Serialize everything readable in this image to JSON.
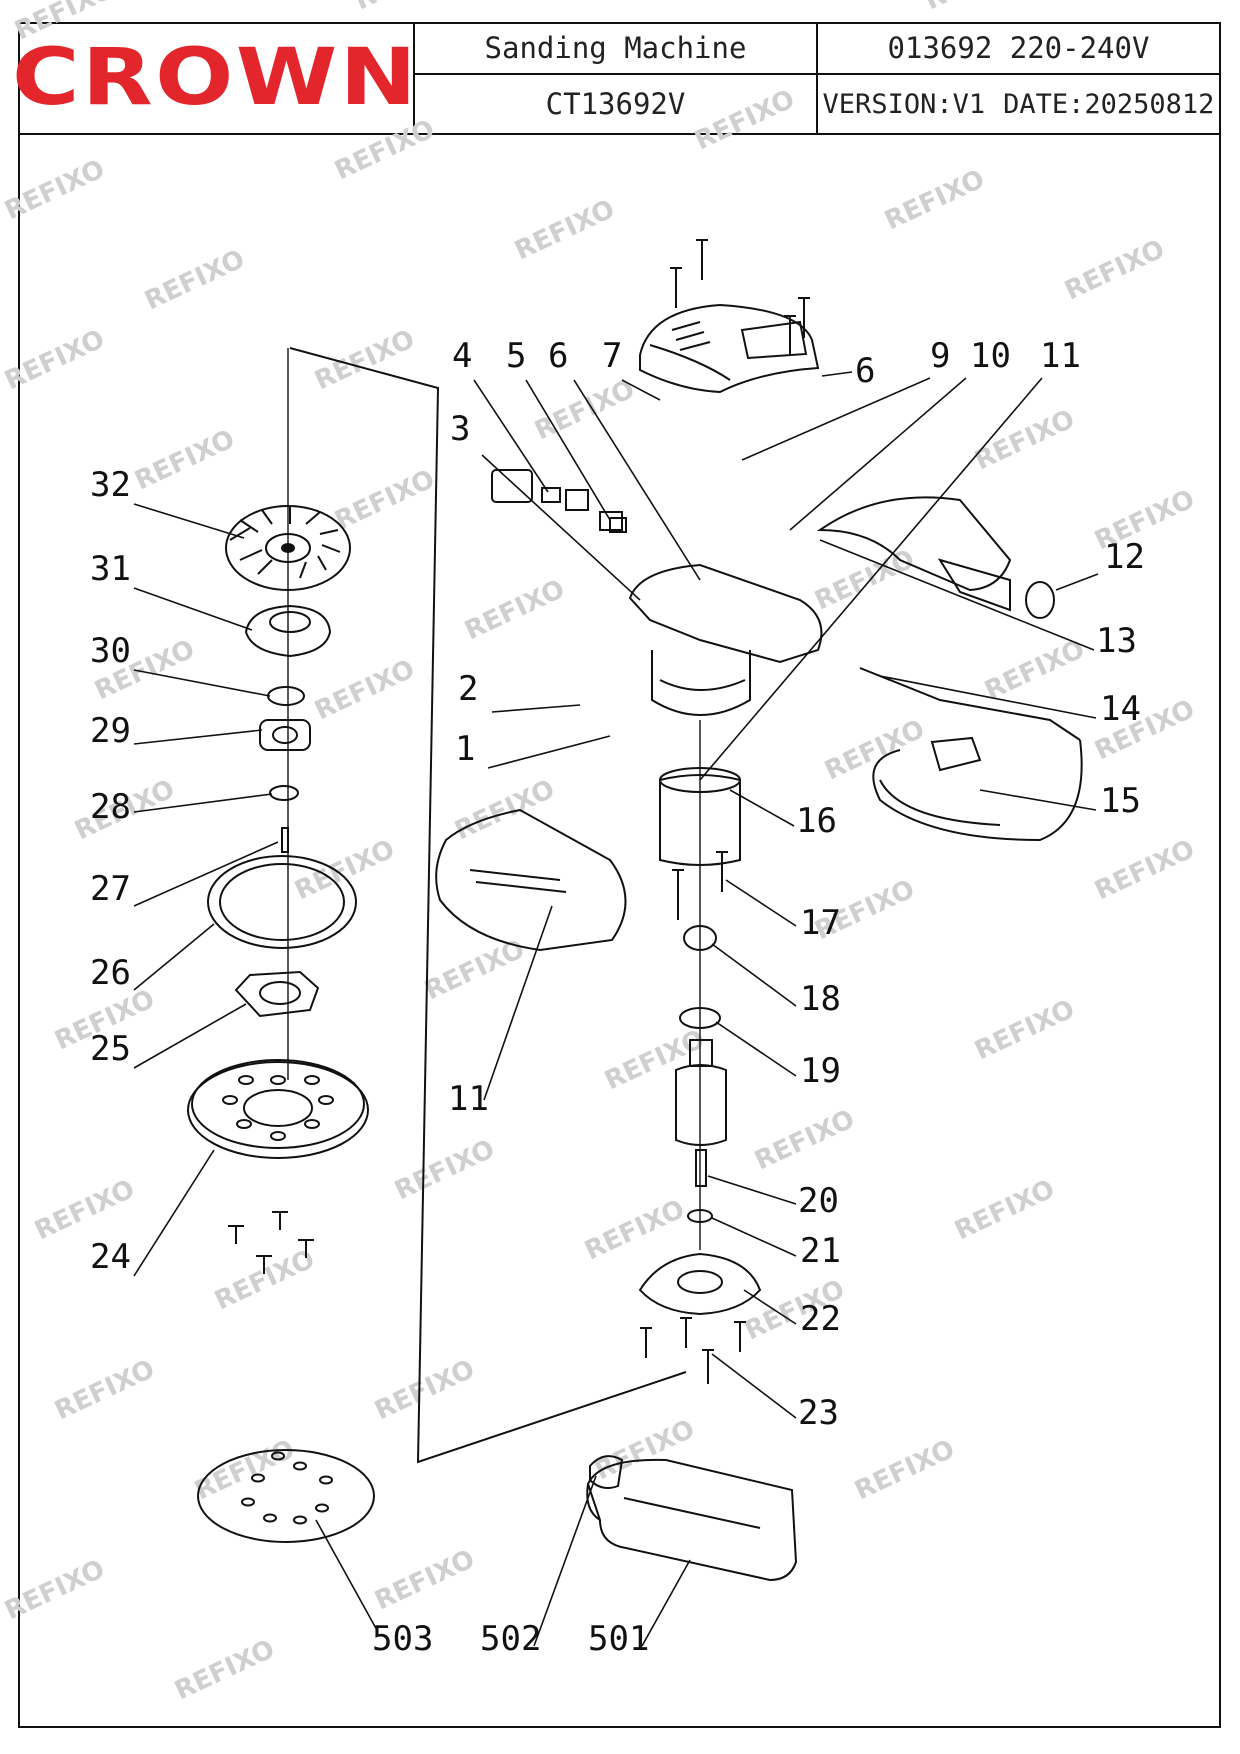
{
  "header": {
    "brand": "CROWN",
    "product_name": "Sanding Machine",
    "model": "CT13692V",
    "code_voltage": "013692 220-240V",
    "version": "VERSION:V1",
    "date": "DATE:20250812"
  },
  "watermark": "REFIXO",
  "colors": {
    "brand_red": "#e3262b",
    "line": "#111111",
    "watermark": "#cfcfcf"
  },
  "part_labels": [
    "1",
    "2",
    "3",
    "4",
    "5",
    "6",
    "6",
    "7",
    "9",
    "10",
    "11",
    "11",
    "12",
    "13",
    "14",
    "15",
    "16",
    "17",
    "18",
    "19",
    "20",
    "21",
    "22",
    "23",
    "24",
    "25",
    "26",
    "27",
    "28",
    "29",
    "30",
    "31",
    "32",
    "501",
    "502",
    "503"
  ]
}
